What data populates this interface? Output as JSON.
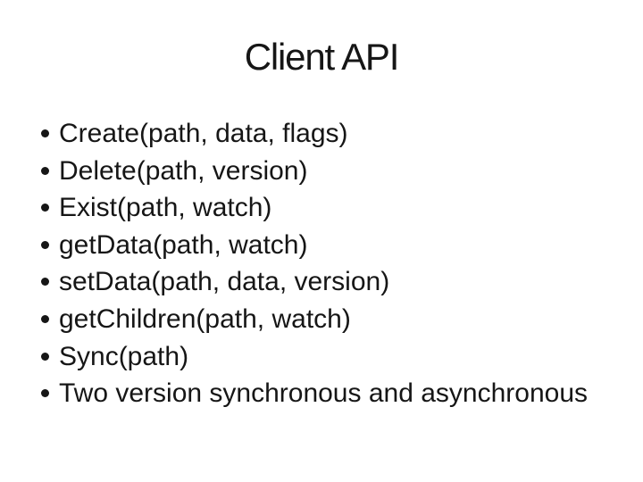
{
  "slide": {
    "title": "Client API",
    "bullets": [
      "Create(path, data, flags)",
      "Delete(path, version)",
      "Exist(path, watch)",
      "getData(path, watch)",
      "setData(path, data, version)",
      "getChildren(path, watch)",
      "Sync(path)",
      "Two version synchronous and asynchronous"
    ],
    "colors": {
      "background": "#ffffff",
      "text": "#161616"
    }
  }
}
